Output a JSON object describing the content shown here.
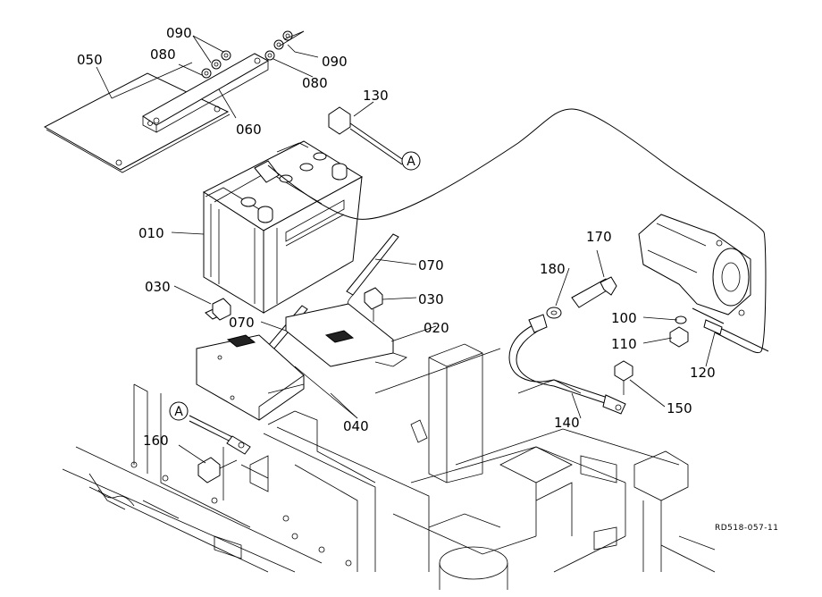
{
  "diagram": {
    "reference_code": "RD518-057-11",
    "callout_letter": "A",
    "part_numbers": {
      "p010": "010",
      "p020": "020",
      "p030a": "030",
      "p030b": "030",
      "p040": "040",
      "p050": "050",
      "p060": "060",
      "p070a": "070",
      "p070b": "070",
      "p080a": "080",
      "p080b": "080",
      "p090a": "090",
      "p090b": "090",
      "p100": "100",
      "p110": "110",
      "p120": "120",
      "p130": "130",
      "p140": "140",
      "p150": "150",
      "p160": "160",
      "p170": "170",
      "p180": "180"
    }
  }
}
